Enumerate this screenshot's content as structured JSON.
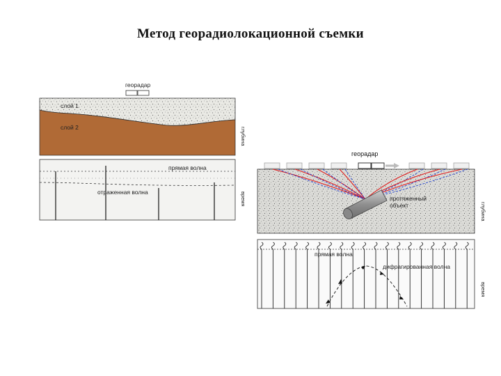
{
  "title": "Метод георадиолокационной съемки",
  "left_diagram": {
    "device_label": "георадар",
    "layer1_label": "слой 1",
    "layer2_label": "слой 2",
    "depth_axis_label": "глубина",
    "direct_wave_label": "прямая волна",
    "reflected_wave_label": "отраженная волна",
    "time_axis_label": "время",
    "colors": {
      "layer1": "#e6e6e0",
      "layer2": "#b06a36",
      "radargram": "#f3f3f1"
    }
  },
  "right_diagram": {
    "device_label": "георадар",
    "object_label_line1": "протяженный",
    "object_label_line2": "объект",
    "depth_axis_label": "глубина",
    "direct_wave_label": "прямая волна",
    "diffracted_wave_label": "дифрагированная волна",
    "time_axis_label": "время",
    "colors": {
      "ray_red": "#e02020",
      "ray_blue": "#2040d0",
      "object": "#9a9a9a"
    }
  }
}
